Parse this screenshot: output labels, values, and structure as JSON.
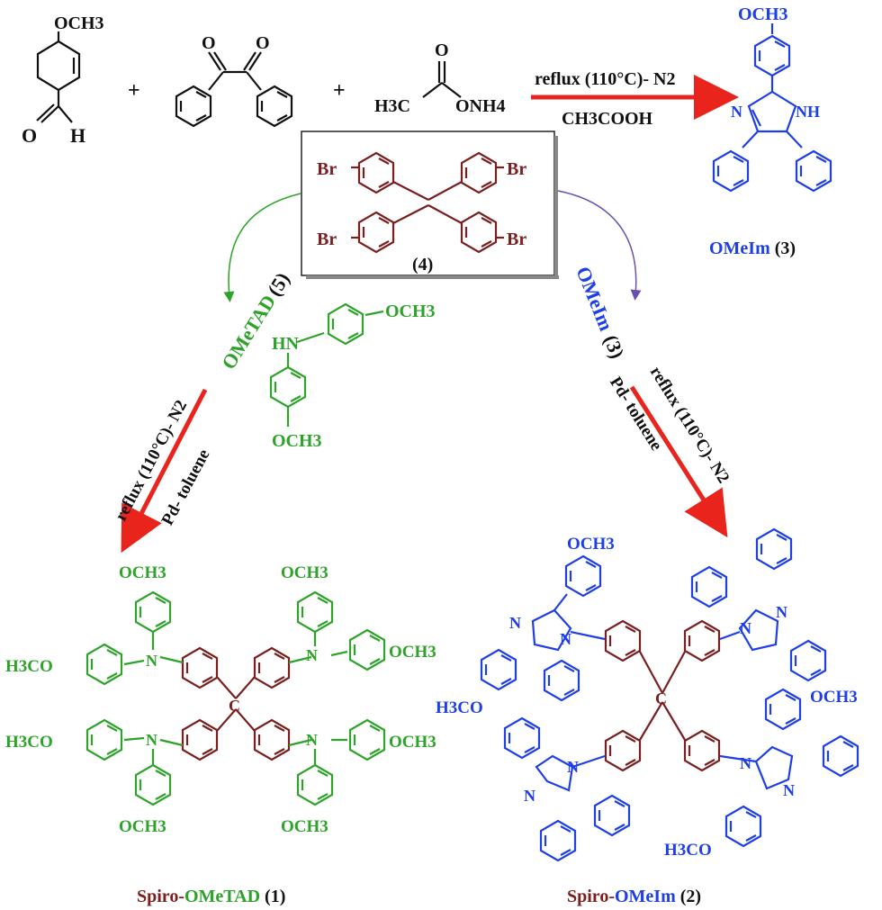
{
  "colors": {
    "black": "#111111",
    "blue": "#1f3fe6",
    "green": "#2ea32a",
    "brown": "#7a1f1f",
    "arrow_red": "#e8241c"
  },
  "reactants": {
    "aldehyde_top": "OCH3",
    "aldehyde_bottom": "O",
    "aldehyde_h": "H",
    "benzil_o1": "O",
    "benzil_o2": "O",
    "acetate_o": "O",
    "acetate_left": "H3C",
    "acetate_right": "ONH4",
    "plus": "+"
  },
  "step1": {
    "condition_top": "reflux (110°C)- N2",
    "condition_bottom": "CH3COOH"
  },
  "ome_im": {
    "top_group": "OCH3",
    "n": "N",
    "nh": "NH",
    "name": "OMeIm",
    "number": "(3)"
  },
  "core": {
    "br": "Br",
    "number": "(4)"
  },
  "left_branch": {
    "reagent_name": "OMeTAD",
    "reagent_number": "(5)",
    "hn": "HN",
    "ome_top": "OCH3",
    "ome_bottom": "OCH3",
    "condition_top": "reflux (110°C)- N2",
    "condition_bottom": "Pd- toluene"
  },
  "right_branch": {
    "reagent_name": "OMeIm",
    "reagent_number": "(3)",
    "condition_top": "reflux (110°C)- N2",
    "condition_bottom": "Pd- toluene"
  },
  "product1": {
    "ome": "OCH3",
    "ome_left": "H3CO",
    "n": "N",
    "c": "C",
    "name_prefix": "Spiro-",
    "name_main": "OMeTAD",
    "number": "(1)"
  },
  "product2": {
    "ome": "OCH3",
    "ome_left": "H3CO",
    "n": "N",
    "c": "C",
    "name_prefix": "Spiro-",
    "name_main": "OMeIm",
    "number": "(2)"
  }
}
